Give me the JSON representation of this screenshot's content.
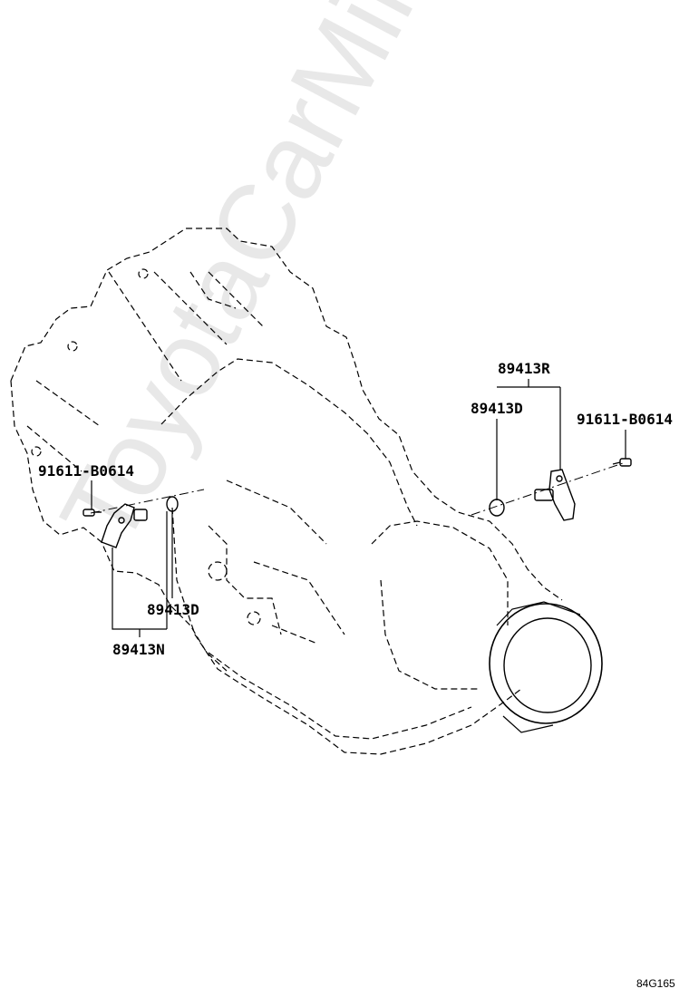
{
  "part_numbers": {
    "bolt_left": "91611-B0614",
    "bolt_right": "91611-B0614",
    "oring_right": "89413D",
    "oring_left": "89413D",
    "sensor_right": "89413R",
    "sensor_left": "89413N"
  },
  "figure_code": "84G165",
  "watermark": "ToyotaCarMine.ru"
}
